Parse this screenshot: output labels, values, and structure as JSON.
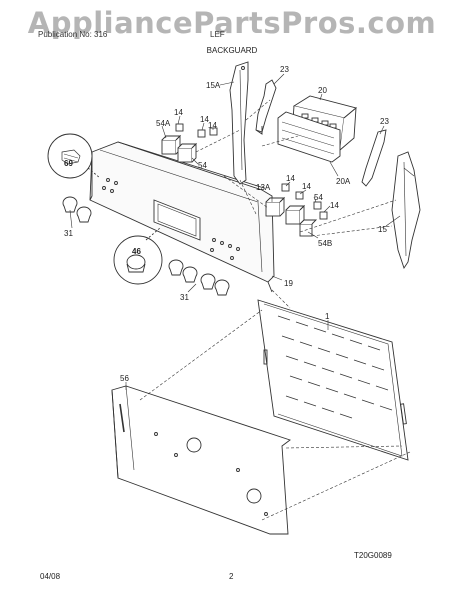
{
  "watermark": "AppliancePartsPros.com",
  "header": {
    "left_text": "Publication No: 316",
    "model_text": "LEF",
    "section": "BACKGUARD"
  },
  "diagram_code": "T20G0089",
  "footer": {
    "date": "04/08",
    "page": "2"
  },
  "callouts": {
    "c15a": "15A",
    "c23a": "23",
    "c20": "20",
    "c14a": "14",
    "c14b": "14",
    "c14c": "14",
    "c54a": "54A",
    "c54": "54",
    "c20a": "20A",
    "c23b": "23",
    "c69": "69",
    "c13a": "13A",
    "c14d": "14",
    "c14e": "14",
    "c54c": "54",
    "c14f": "14",
    "c15": "15",
    "c31a": "31",
    "c54b": "54B",
    "c46": "46",
    "c19": "19",
    "c31b": "31",
    "c1": "1",
    "c56": "56"
  }
}
